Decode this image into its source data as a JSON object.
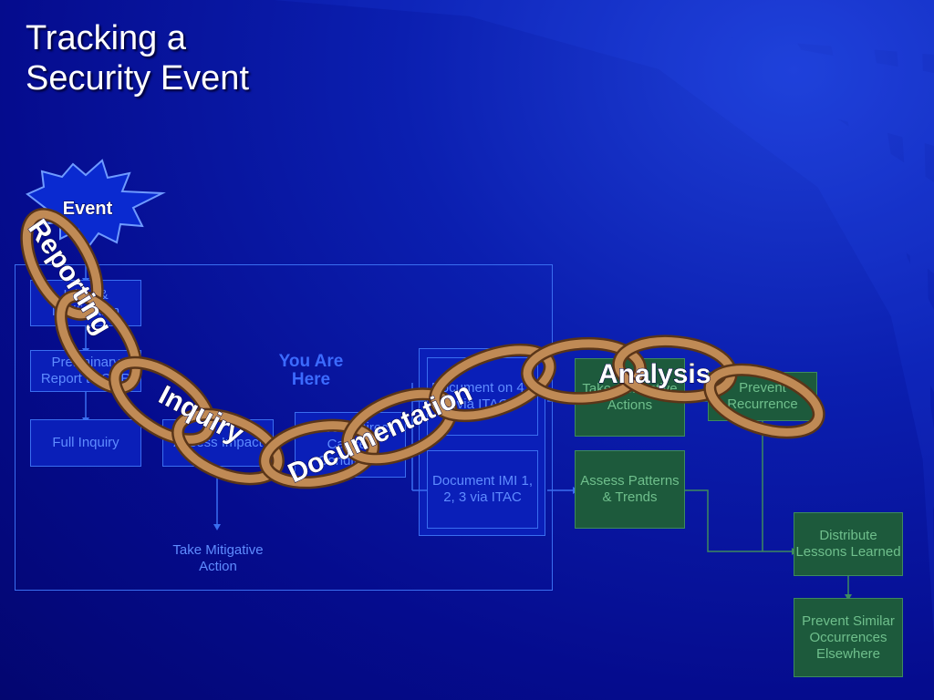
{
  "slide": {
    "title_line1": "Tracking a",
    "title_line2": "Security Event"
  },
  "event": {
    "label": "Event"
  },
  "you_are_here": {
    "line1": "You Are",
    "line2": "Here"
  },
  "boxes": {
    "initial": "Initial & Notification",
    "preliminary": "Preliminary Report to CDR",
    "full_inquiry": "Full Inquiry",
    "assess_impact": "Assess Impact",
    "take_mitigative": "Take Mitigative Action",
    "assess_direct": "Assess Direct Causes Conditions",
    "document_4s": "Document on 4's via ITAC",
    "document_imi": "Document IMI 1, 2, 3 via ITAC",
    "corrective": "Take Corrective Actions",
    "prevent_recurrence": "Prevent Recurrence",
    "assess_patterns": "Assess Patterns & Trends",
    "distribute": "Distribute Lessons Learned",
    "prevent_similar": "Prevent Similar Occurrences Elsewhere"
  },
  "chain_labels": {
    "reporting": "Reporting",
    "inquiry": "Inquiry",
    "documentation": "Documentation",
    "analysis": "Analysis"
  },
  "colors": {
    "background": "#050c8e",
    "blue_box": "#0a1fb8",
    "green_box": "#1d5a3c",
    "chain_link": "#c08a55",
    "event_burst": "#0a2ad0"
  }
}
